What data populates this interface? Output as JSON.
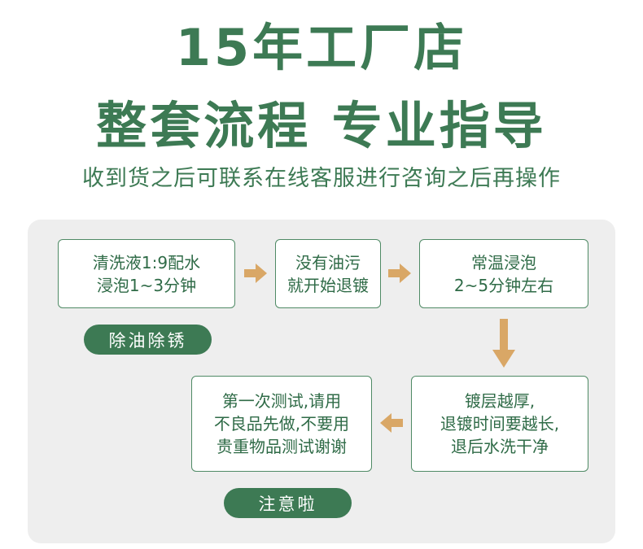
{
  "header": {
    "title_line1": "15年工厂店",
    "title_line2": "整套流程 专业指导",
    "subtitle": "收到货之后可联系在线客服进行咨询之后再操作"
  },
  "steps": [
    {
      "lines": [
        "清洗液1:9配水",
        "浸泡1~3分钟"
      ]
    },
    {
      "lines": [
        "没有油污",
        "就开始退镀"
      ]
    },
    {
      "lines": [
        "常温浸泡",
        "2~5分钟左右"
      ]
    },
    {
      "lines": [
        "镀层越厚,",
        "退镀时间要越长,",
        "退后水洗干净"
      ]
    },
    {
      "lines": [
        "第一次测试,请用",
        "不良品先做,不要用",
        "贵重物品测试谢谢"
      ]
    }
  ],
  "tags": {
    "degrease": "除油除锈",
    "notice": "注意啦"
  },
  "colors": {
    "brand_green": "#3d7a54",
    "arrow": "#d9a766",
    "panel": "#eeeeee"
  },
  "icons": [
    "arrow-right-icon",
    "arrow-right-icon",
    "arrow-down-icon",
    "arrow-left-icon"
  ]
}
